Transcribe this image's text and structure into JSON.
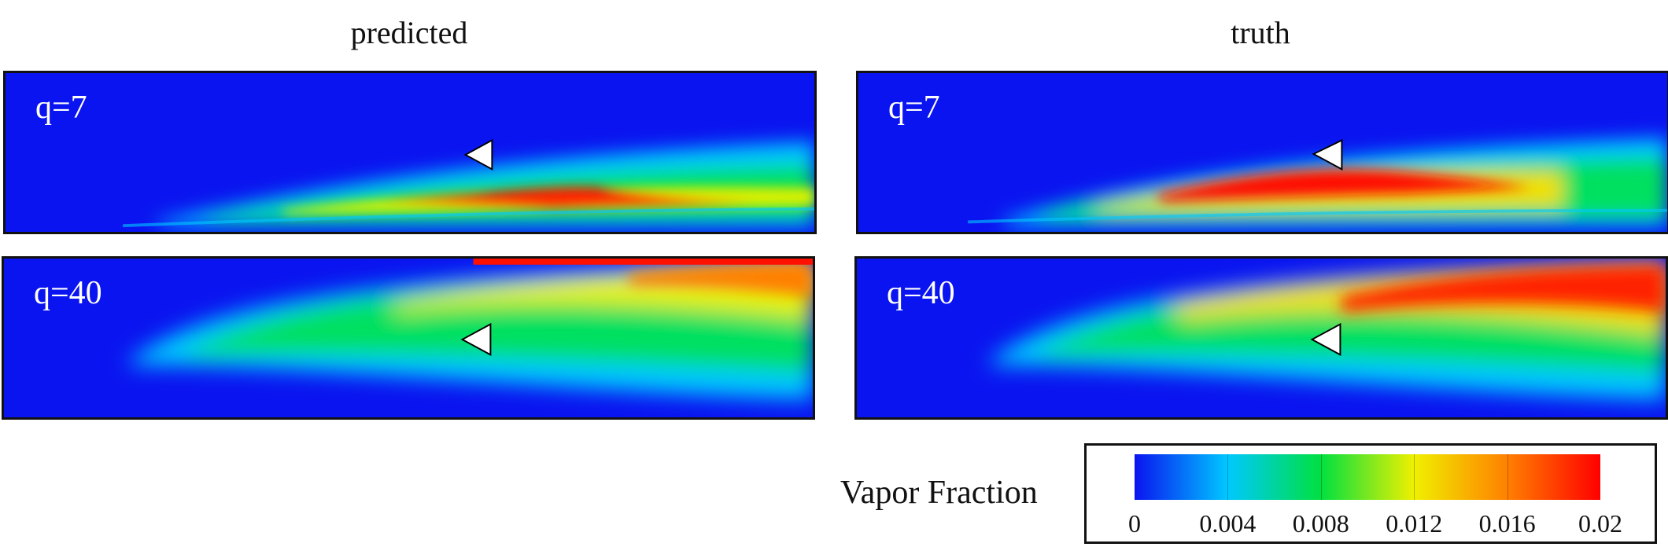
{
  "titles": {
    "predicted": "predicted",
    "truth": "truth"
  },
  "panels": {
    "pred_top": {
      "label": "q=7"
    },
    "pred_bot": {
      "label": "q=40"
    },
    "truth_top": {
      "label": "q=7"
    },
    "truth_bot": {
      "label": "q=40"
    }
  },
  "colorbar": {
    "title": "Vapor Fraction",
    "ticks": [
      "0",
      "0.004",
      "0.008",
      "0.012",
      "0.016",
      "0.02"
    ],
    "range": [
      0,
      0.02
    ],
    "colormap": [
      "#0a14f0",
      "#00c8ff",
      "#00e040",
      "#f0f000",
      "#ff8000",
      "#ff0000"
    ]
  }
}
